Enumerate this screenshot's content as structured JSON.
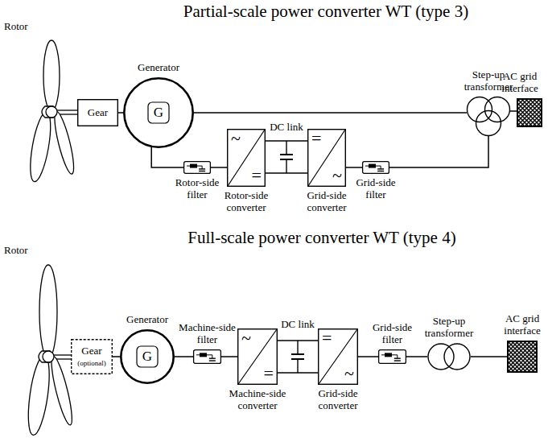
{
  "diagram": {
    "nodes": [
      {
        "text": [
          "Gear"
        ]
      },
      {
        "text": [
          "Generator",
          "G"
        ]
      },
      {
        "text": [
          "Rotor-side filter"
        ]
      },
      {
        "text": [
          "~",
          "=",
          "Rotor-side converter"
        ]
      },
      {
        "text": [
          "=",
          "~",
          "Grid-side converter"
        ]
      },
      {
        "text": [
          "Grid-side filter"
        ]
      },
      {
        "text": [
          "Step-up transformer"
        ]
      },
      {
        "text": [
          "AC grid interface"
        ]
      },
      {
        "text": [
          "Gear",
          "(optional)"
        ]
      },
      {
        "text": [
          "Generator",
          "G"
        ]
      },
      {
        "text": [
          "Machine-side filter"
        ]
      },
      {
        "text": [
          "~",
          "=",
          "Machine-side converter"
        ]
      },
      {
        "text": [
          "=",
          "~",
          "Grid-side converter"
        ]
      },
      {
        "text": [
          "Grid-side filter"
        ]
      },
      {
        "text": [
          "Step-up transformer"
        ]
      },
      {
        "text": [
          "AC grid interface"
        ]
      }
    ],
    "edges": [
      {
        "from": 0,
        "to": 1,
        "arrow": "none"
      },
      {
        "from": 1,
        "to": 6,
        "arrow": "none"
      },
      {
        "from": 1,
        "to": 2,
        "arrow": "none"
      },
      {
        "from": 2,
        "to": 3,
        "arrow": "none"
      },
      {
        "from": 3,
        "to": 4,
        "arrow": "none"
      },
      {
        "from": 4,
        "to": 5,
        "arrow": "none"
      },
      {
        "from": 5,
        "to": 6,
        "arrow": "none"
      },
      {
        "from": 6,
        "to": 7,
        "arrow": "none"
      },
      {
        "from": 8,
        "to": 9,
        "arrow": "none"
      },
      {
        "from": 9,
        "to": 10,
        "arrow": "none"
      },
      {
        "from": 10,
        "to": 11,
        "arrow": "none"
      },
      {
        "from": 11,
        "to": 12,
        "arrow": "none"
      },
      {
        "from": 12,
        "to": 13,
        "arrow": "none"
      },
      {
        "from": 13,
        "to": 14,
        "arrow": "none"
      },
      {
        "from": 14,
        "to": 15,
        "arrow": "none"
      }
    ],
    "labels": [
      "Partial-scale power converter WT (type 3)",
      "Rotor",
      "DC link",
      "Full-scale power converter WT (type 4)",
      "Rotor",
      "DC link"
    ]
  }
}
